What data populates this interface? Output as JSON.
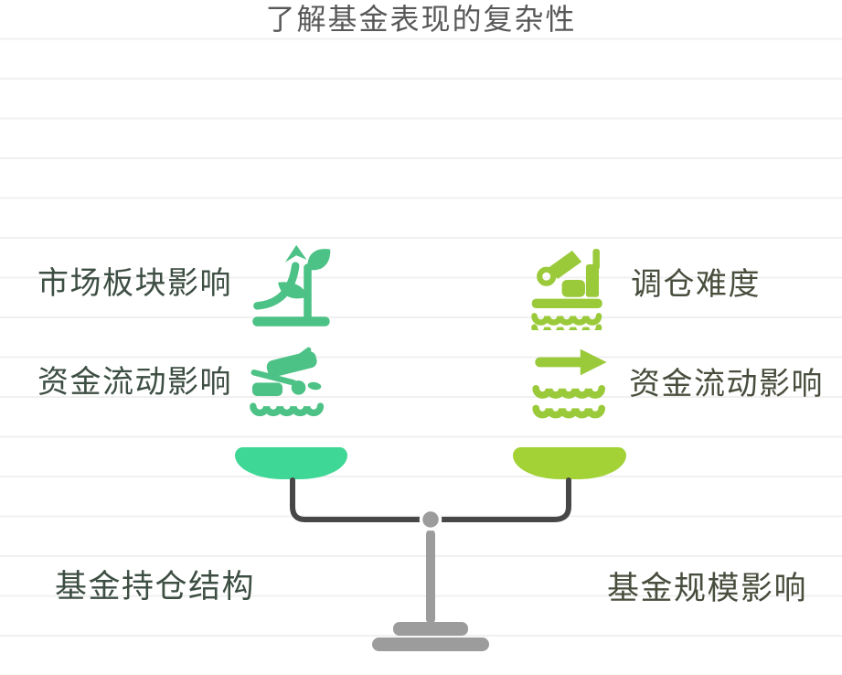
{
  "title": "了解基金表现的复杂性",
  "left_factors": [
    {
      "label": "市场板块影响",
      "icon": "sprout-growth-arrow-icon"
    },
    {
      "label": "资金流动影响",
      "icon": "capsized-boat-waves-icon"
    }
  ],
  "right_factors": [
    {
      "label": "调仓难度",
      "icon": "dredger-crane-waves-icon"
    },
    {
      "label": "资金流动影响",
      "icon": "arrow-over-waves-icon"
    }
  ],
  "scale": {
    "left_pan_label": "基金持仓结构",
    "right_pan_label": "基金规模影响"
  },
  "palette": {
    "background": "#ffffff",
    "ruled-line": "#f0f0f0",
    "title-color": "#585858",
    "left-label-color": "#3d4e43",
    "right-label-color": "#484e3d",
    "left-icon-color": "#4dc286",
    "right-icon-color": "#9aca3a",
    "left-pan-color": "#3fd795",
    "right-pan-color": "#a2d236",
    "beam-color": "#474747",
    "stand-color": "#9c9c9c"
  }
}
